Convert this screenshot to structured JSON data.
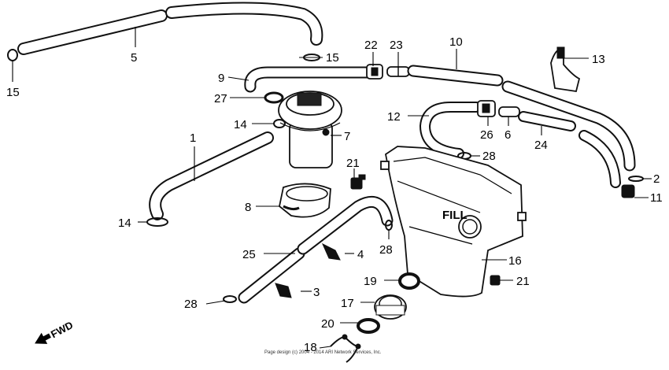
{
  "parts": {
    "p1": "1",
    "p2": "2",
    "p3": "3",
    "p4": "4",
    "p5": "5",
    "p6": "6",
    "p7": "7",
    "p8": "8",
    "p9": "9",
    "p10": "10",
    "p11": "11",
    "p12": "12",
    "p13": "13",
    "p14a": "14",
    "p14b": "14",
    "p15a": "15",
    "p15b": "15",
    "p16": "16",
    "p17": "17",
    "p18": "18",
    "p19": "19",
    "p20": "20",
    "p21a": "21",
    "p21b": "21",
    "p22": "22",
    "p23": "23",
    "p24": "24",
    "p25": "25",
    "p26": "26",
    "p27": "27",
    "p28a": "28",
    "p28b": "28",
    "p28c": "28"
  },
  "tank_text": "FILL",
  "fwd_label": "FWD",
  "copyright": "Page design (c) 2004 - 2014 ARI Network Services, Inc."
}
